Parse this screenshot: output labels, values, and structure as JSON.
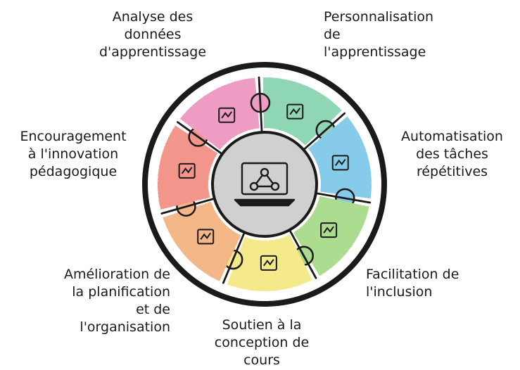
{
  "center": {
    "icon": "laptop-network-icon"
  },
  "segments": [
    {
      "id": "analysis",
      "label": "Analyse des\ndonnées\nd'apprentissage",
      "color": "#ee9cc4",
      "icon": "chart-icon"
    },
    {
      "id": "personalization",
      "label": "Personnalisation\nde\nl'apprentissage",
      "color": "#8fd6b4",
      "icon": "running-person-icon"
    },
    {
      "id": "automation",
      "label": "Automatisation\ndes tâches\nrépétitives",
      "color": "#86cbea",
      "icon": "table-lock-icon"
    },
    {
      "id": "inclusion",
      "label": "Facilitation de\nl'inclusion",
      "color": "#abdc8f",
      "icon": "books-icon"
    },
    {
      "id": "course-design",
      "label": "Soutien à la\nconception de\ncours",
      "color": "#f4ea8c",
      "icon": "book-mouse-icon"
    },
    {
      "id": "planning",
      "label": "Amélioration de\nla planification\net de\nl'organisation",
      "color": "#f4b888",
      "icon": "gantt-icon"
    },
    {
      "id": "innovation",
      "label": "Encouragement\nà l'innovation\npédagogique",
      "color": "#f2958b",
      "icon": "devices-icon"
    }
  ]
}
